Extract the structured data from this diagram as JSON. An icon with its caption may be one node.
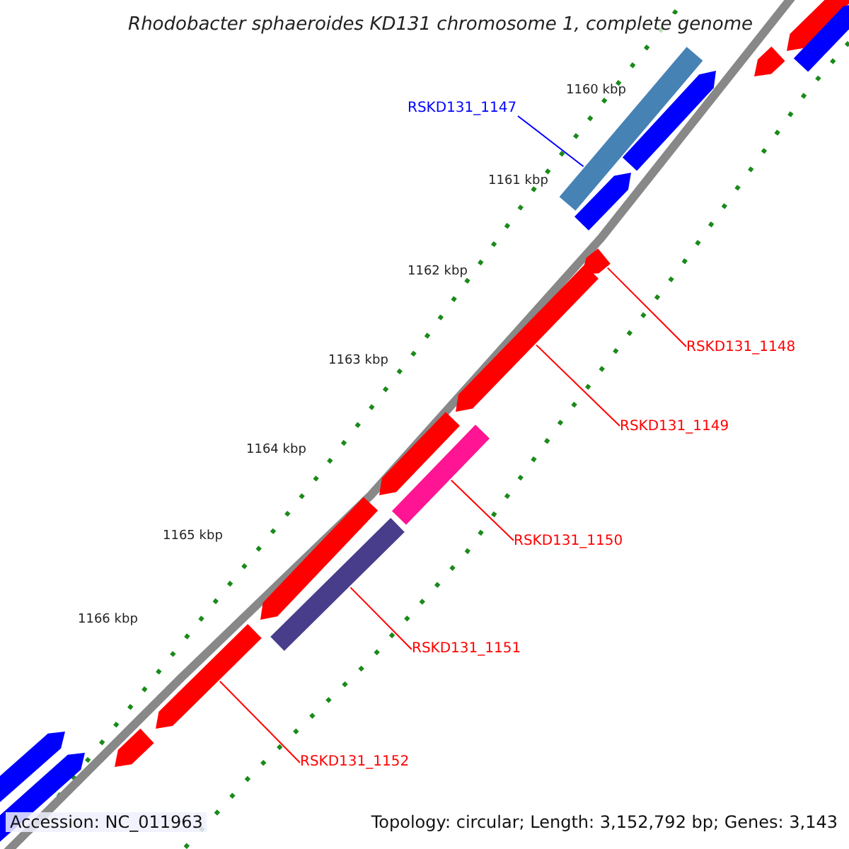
{
  "diagram": {
    "title": "Rhodobacter sphaeroides KD131 chromosome 1, complete genome",
    "nodes": [
      {
        "text": [
          "RSKD131_1147"
        ]
      },
      {
        "text": [],
        "shape": "bar"
      },
      {
        "text": [
          "RSKD131_1148"
        ]
      },
      {
        "text": [],
        "shape": "arrow"
      },
      {
        "text": [
          "RSKD131_1149"
        ]
      },
      {
        "text": [],
        "shape": "arrow"
      },
      {
        "text": [
          "RSKD131_1150"
        ]
      },
      {
        "text": [],
        "shape": "bar"
      },
      {
        "text": [
          "RSKD131_1151"
        ]
      },
      {
        "text": [],
        "shape": "bar"
      },
      {
        "text": [
          "RSKD131_1152"
        ]
      },
      {
        "text": [],
        "shape": "arrow"
      },
      {
        "text": [],
        "shape": "arrow"
      },
      {
        "text": [],
        "shape": "arrow"
      },
      {
        "text": [],
        "shape": "arrow"
      },
      {
        "text": [],
        "shape": "arrow"
      },
      {
        "text": [],
        "shape": "arrow"
      },
      {
        "text": [],
        "shape": "arrow"
      },
      {
        "text": [],
        "shape": "arrow"
      },
      {
        "text": [],
        "shape": "arrow"
      },
      {
        "text": [],
        "shape": "arrow"
      },
      {
        "text": [],
        "shape": "arrow"
      }
    ],
    "edges": [
      {
        "from": 0,
        "to": 1,
        "arrow": "none",
        "color": "#0000ff"
      },
      {
        "from": 2,
        "to": 3,
        "arrow": "none"
      },
      {
        "from": 4,
        "to": 5,
        "arrow": "none"
      },
      {
        "from": 6,
        "to": 7,
        "arrow": "none"
      },
      {
        "from": 8,
        "to": 9,
        "arrow": "none"
      },
      {
        "from": 10,
        "to": 11,
        "arrow": "none"
      }
    ],
    "labels": [
      "1160 kbp",
      "1161 kbp",
      "1162 kbp",
      "1163 kbp",
      "1164 kbp",
      "1165 kbp",
      "1166 kbp",
      "Accession: NC_011963",
      "Topology: circular; Length: 3,152,792 bp; Genes: 3,143"
    ]
  }
}
